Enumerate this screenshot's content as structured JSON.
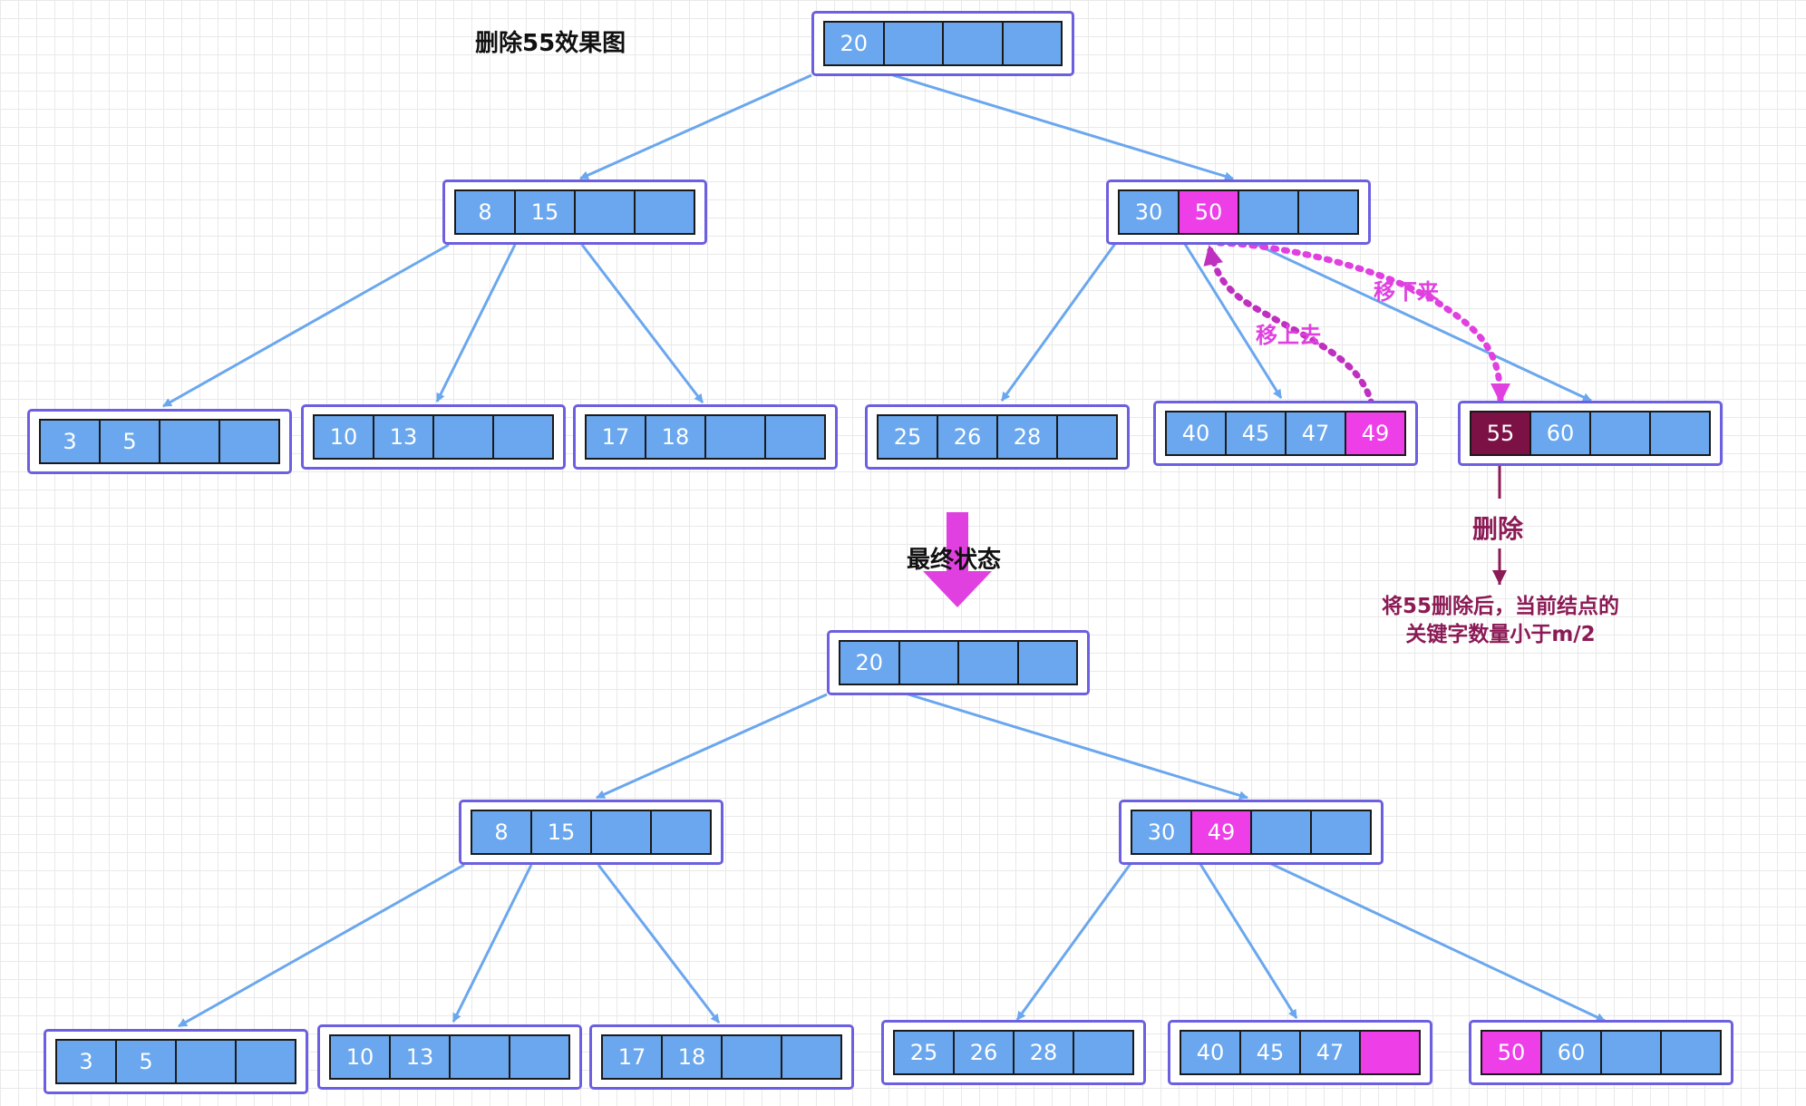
{
  "title": "删除55效果图",
  "final_label": "最终状态",
  "annotations": {
    "move_up": "移上去",
    "move_down": "移下来",
    "delete": "删除",
    "note": "将55删除后，当前结点的关键字数量小于m/2"
  },
  "colors": {
    "cell": "#6aa7ee",
    "cell_text": "#ffffff",
    "node_border": "#6c5fe0",
    "edge": "#6aa7ee",
    "highlight": "#ee3ee8",
    "deleted": "#7c1146",
    "annotation": "#e040e0",
    "deleted_text": "#8b1a55"
  },
  "before_tree": {
    "nodes": [
      {
        "id": "root",
        "keys": [
          "20",
          "",
          "",
          ""
        ]
      },
      {
        "id": "l1-left",
        "keys": [
          "8",
          "15",
          "",
          ""
        ]
      },
      {
        "id": "l1-right",
        "keys": [
          "30",
          "50",
          "",
          ""
        ],
        "highlight": [
          1
        ]
      },
      {
        "id": "leaf-1",
        "keys": [
          "3",
          "5",
          "",
          ""
        ]
      },
      {
        "id": "leaf-2",
        "keys": [
          "10",
          "13",
          "",
          ""
        ]
      },
      {
        "id": "leaf-3",
        "keys": [
          "17",
          "18",
          "",
          ""
        ]
      },
      {
        "id": "leaf-4",
        "keys": [
          "25",
          "26",
          "28",
          ""
        ]
      },
      {
        "id": "leaf-5",
        "keys": [
          "40",
          "45",
          "47",
          "49"
        ],
        "highlight": [
          3
        ]
      },
      {
        "id": "leaf-6",
        "keys": [
          "55",
          "60",
          "",
          ""
        ],
        "deleted": [
          0
        ]
      }
    ]
  },
  "after_tree": {
    "nodes": [
      {
        "id": "root",
        "keys": [
          "20",
          "",
          "",
          ""
        ]
      },
      {
        "id": "l1-left",
        "keys": [
          "8",
          "15",
          "",
          ""
        ]
      },
      {
        "id": "l1-right",
        "keys": [
          "30",
          "49",
          "",
          ""
        ],
        "highlight": [
          1
        ]
      },
      {
        "id": "leaf-1",
        "keys": [
          "3",
          "5",
          "",
          ""
        ]
      },
      {
        "id": "leaf-2",
        "keys": [
          "10",
          "13",
          "",
          ""
        ]
      },
      {
        "id": "leaf-3",
        "keys": [
          "17",
          "18",
          "",
          ""
        ]
      },
      {
        "id": "leaf-4",
        "keys": [
          "25",
          "26",
          "28",
          ""
        ]
      },
      {
        "id": "leaf-5",
        "keys": [
          "40",
          "45",
          "47",
          ""
        ],
        "highlight": [
          3
        ]
      },
      {
        "id": "leaf-6",
        "keys": [
          "50",
          "60",
          "",
          ""
        ],
        "highlight": [
          0
        ]
      }
    ]
  }
}
